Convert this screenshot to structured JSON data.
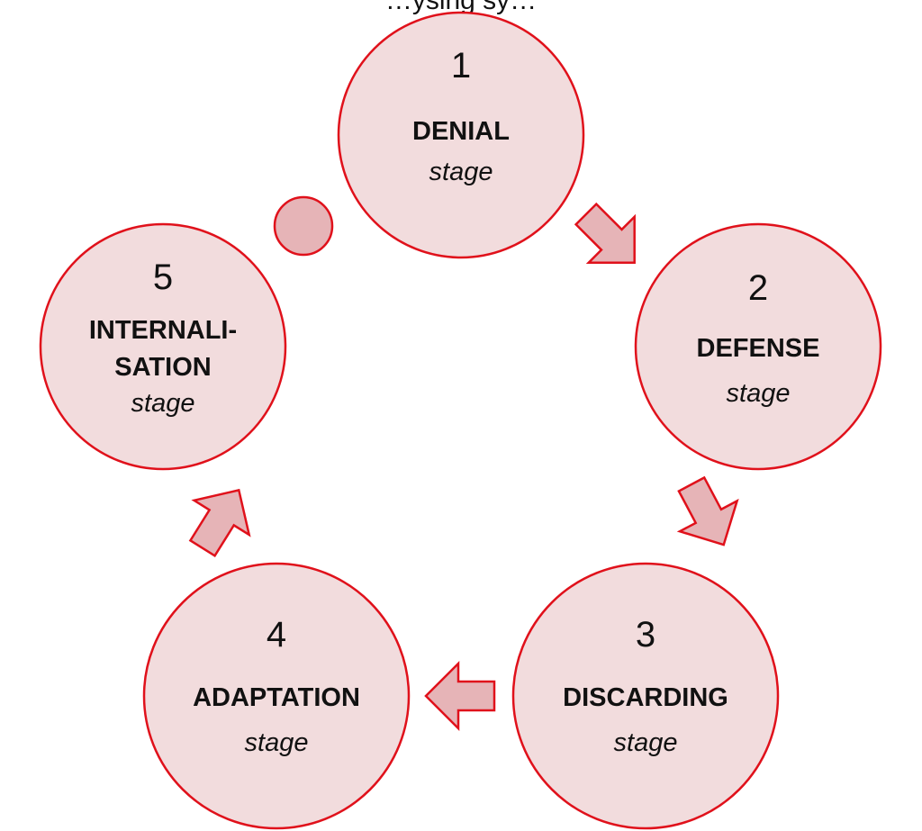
{
  "header_fragment": "…ysing sy…",
  "colors": {
    "circle_fill": "#f2dcdd",
    "circle_stroke": "#e0111b",
    "arrow_fill": "#e6b4b7",
    "arrow_stroke": "#e0111b"
  },
  "stages": [
    {
      "number": "1",
      "lines": [
        "DENIAL"
      ],
      "sub": "stage"
    },
    {
      "number": "2",
      "lines": [
        "DEFENSE"
      ],
      "sub": "stage"
    },
    {
      "number": "3",
      "lines": [
        "DISCARDING"
      ],
      "sub": "stage"
    },
    {
      "number": "4",
      "lines": [
        "ADAPTATION"
      ],
      "sub": "stage"
    },
    {
      "number": "5",
      "lines": [
        "INTERNALI-",
        "SATION"
      ],
      "sub": "stage"
    }
  ],
  "connectors": [
    {
      "from": "1",
      "to": "2",
      "icon": "arrow-icon"
    },
    {
      "from": "2",
      "to": "3",
      "icon": "arrow-icon"
    },
    {
      "from": "3",
      "to": "4",
      "icon": "arrow-icon"
    },
    {
      "from": "4",
      "to": "5",
      "icon": "arrow-icon"
    },
    {
      "from": "5",
      "to": "1",
      "icon": "circle-dot-icon"
    }
  ]
}
